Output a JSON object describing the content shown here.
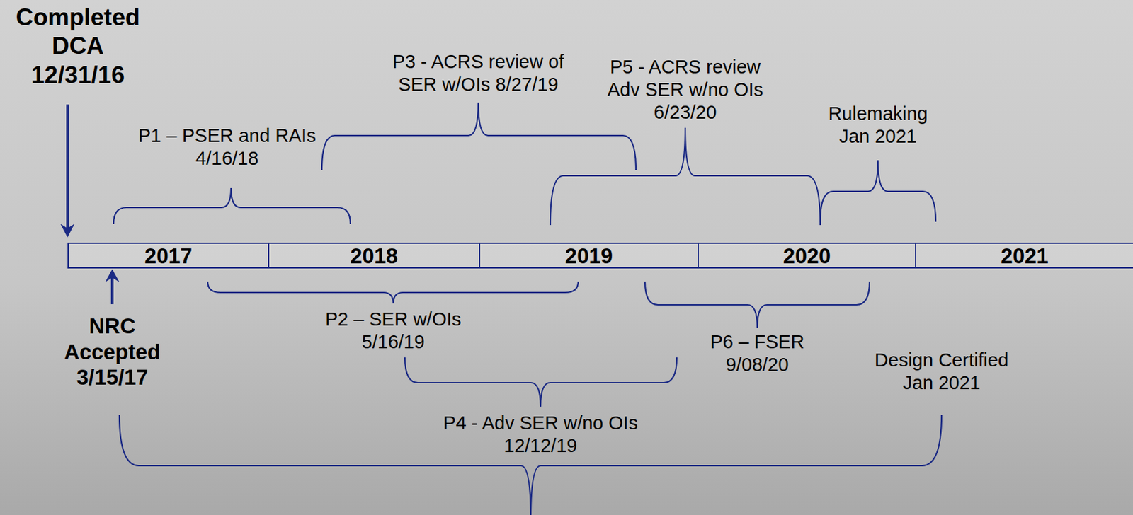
{
  "diagram": {
    "nodes": [
      {
        "text": [
          "2017"
        ]
      },
      {
        "text": [
          "2018"
        ]
      },
      {
        "text": [
          "2019"
        ]
      },
      {
        "text": [
          "2020"
        ]
      },
      {
        "text": [
          "2021"
        ]
      }
    ],
    "labels": [
      "Completed DCA 12/31/16",
      "P3 - ACRS review of SER w/OIs 8/27/19",
      "P5 - ACRS review Adv SER w/no OIs 6/23/20",
      "P1 – PSER and RAIs 4/16/18",
      "Rulemaking Jan 2021",
      "NRC Accepted 3/15/17",
      "P2 – SER w/OIs 5/16/19",
      "P6 – FSER 9/08/20",
      "Design Certified Jan 2021",
      "P4 - Adv SER w/no OIs 12/12/19"
    ]
  }
}
